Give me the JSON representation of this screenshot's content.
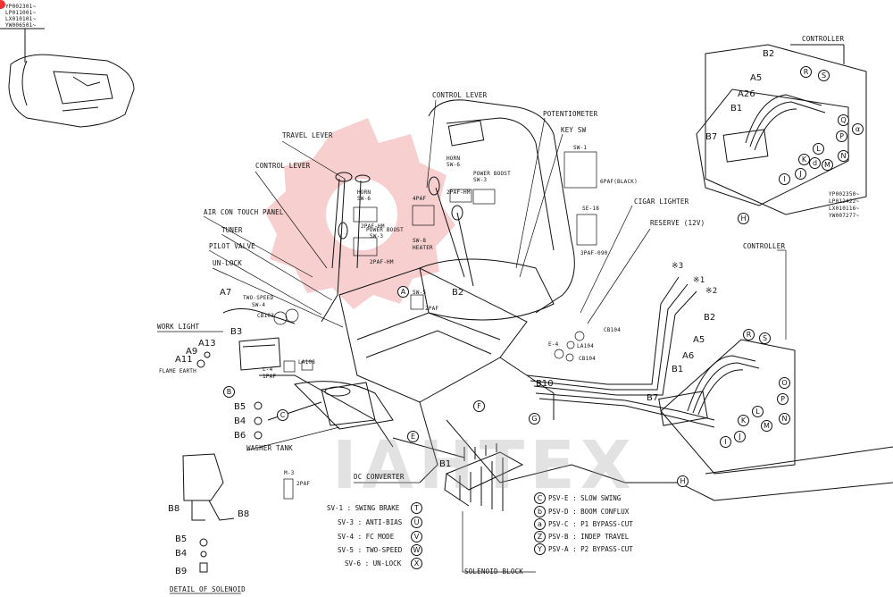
{
  "serials_top_left": [
    "YP002301~",
    "LP011001~",
    "LX010101~",
    "YW006501~"
  ],
  "serials_right": [
    "YP002350~",
    "LP012422~",
    "LX010116~",
    "YW007277~"
  ],
  "watermark": "IAHTEX",
  "colors": {
    "watermark_red": "#f2a8a8",
    "line": "#111111"
  },
  "labels": {
    "control_lever_top": "CONTROL LEVER",
    "potentiometer": "POTENTIOMETER",
    "key_sw": "KEY SW",
    "travel_lever": "TRAVEL LEVER",
    "control_lever": "CONTROL LEVER",
    "cigar_lighter": "CIGAR LIGHTER",
    "reserve": "RESERVE (12V)",
    "air_con": "AIR CON TOUCH PANEL",
    "tuner": "TUNER",
    "pilot_valve": "PILOT VALVE",
    "unlock": "UN-LOCK",
    "work_light": "WORK LIGHT",
    "flame_earth": "FLAME EARTH",
    "washer_tank": "WASHER TANK",
    "dc_converter": "DC CONVERTER",
    "solenoid_block": "SOLENOID BLOCK",
    "detail_solenoid": "DETAIL OF SOLENOID",
    "controller_top": "CONTROLLER",
    "controller_mid": "CONTROLLER"
  },
  "small_labels": {
    "horn1": "HORN",
    "sw6a": "SW-6",
    "pb1": "POWER BOOST",
    "sw3a": "SW-3",
    "horn2": "HORN",
    "sw6b": "SW-6",
    "pb2": "POWER BOOST",
    "sw3b": "SW-3",
    "sw8": "SW-8",
    "heater": "HEATER",
    "sw5": "SW-5",
    "sw1": "SW-1",
    "se18": "SE-18",
    "two_speed": "TWO-SPEED",
    "sw4": "SW-4",
    "m3": "M-3",
    "paf2a": "2PAF-HM",
    "paf2b": "2PAF-HM",
    "paf2c": "2PAF-HM",
    "paf2d": "2PAF",
    "paf4": "4PAF",
    "paf6": "6PAF(BLACK)",
    "paf3": "3PAF-090",
    "paf1": "1PAF",
    "paf2e": "2PAF",
    "cb103": "CB103",
    "cb104": "CB104",
    "la108": "LA108",
    "l4": "L-4",
    "e4": "E-4",
    "la104": "LA104",
    "cb104b": "CB104"
  },
  "refs": [
    "A7",
    "B3",
    "A13",
    "A9",
    "A11",
    "B",
    "B5",
    "B4",
    "B6",
    "C",
    "E",
    "F",
    "G",
    "B1",
    "B2",
    "B10",
    "A",
    "B8",
    "B8",
    "B5",
    "B4",
    "B9"
  ],
  "controller_refs_top": [
    "B2",
    "A5",
    "A26",
    "B1",
    "B7",
    "R",
    "S",
    "Q",
    "P",
    "α",
    "N",
    "M",
    "d",
    "L",
    "K",
    "J",
    "I",
    "H"
  ],
  "controller_refs_mid": [
    "B2",
    "A5",
    "A6",
    "B1",
    "B7",
    "R",
    "S",
    "O",
    "P",
    "N",
    "M",
    "L",
    "K",
    "J",
    "I",
    "H"
  ],
  "circle_numbers": [
    "3",
    "1",
    "2"
  ],
  "solenoid_left": [
    {
      "text": "SV-1 : SWING BRAKE",
      "mark": "T"
    },
    {
      "text": "SV-3 : ANTI-BIAS",
      "mark": "U"
    },
    {
      "text": "SV-4 : FC MODE",
      "mark": "V"
    },
    {
      "text": "SV-5 : TWO-SPEED",
      "mark": "W"
    },
    {
      "text": "SV-6 : UN-LOCK",
      "mark": "X"
    }
  ],
  "solenoid_right": [
    {
      "mark": "C",
      "text": "PSV-E : SLOW SWING"
    },
    {
      "mark": "b",
      "text": "PSV-D : BOOM CONFLUX"
    },
    {
      "mark": "a",
      "text": "PSV-C : P1 BYPASS-CUT"
    },
    {
      "mark": "Z",
      "text": "PSV-B : INDEP TRAVEL"
    },
    {
      "mark": "Y",
      "text": "PSV-A : P2 BYPASS-CUT"
    }
  ]
}
